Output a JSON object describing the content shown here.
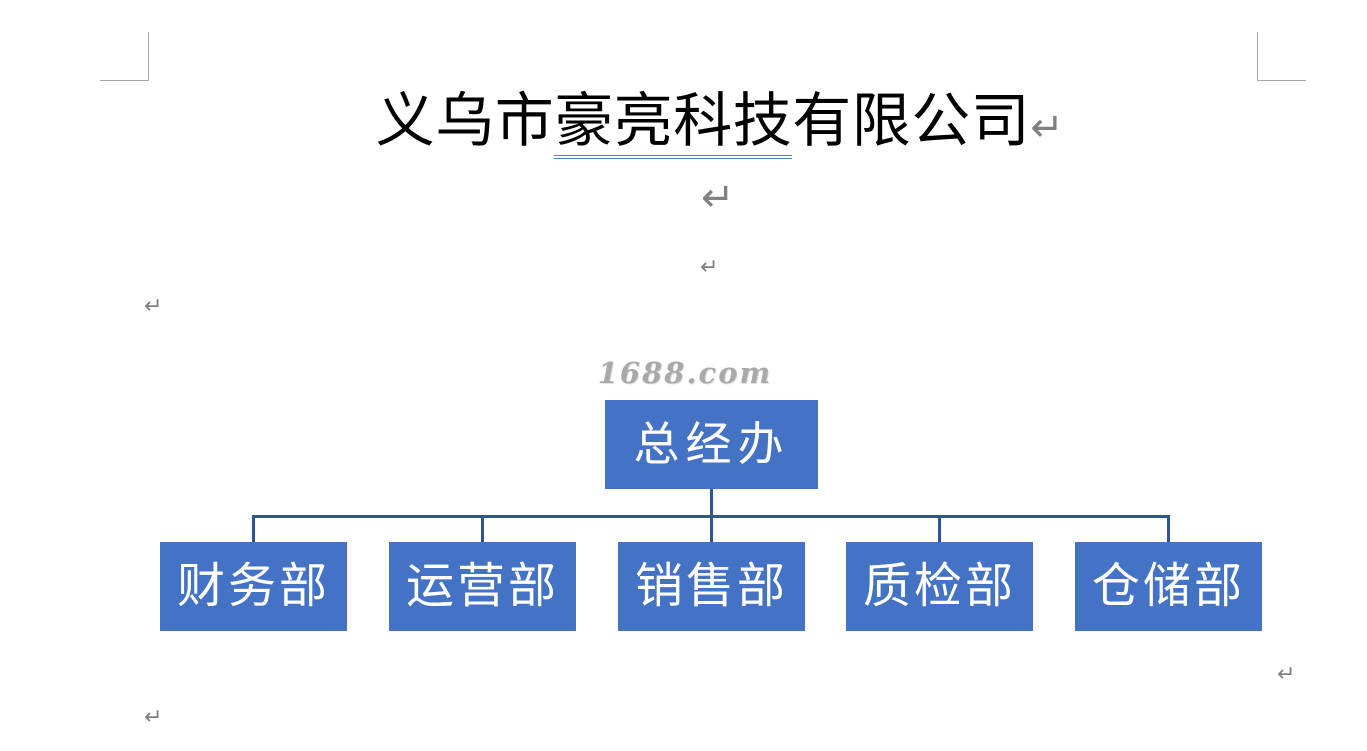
{
  "document": {
    "title": {
      "full": "义乌市豪亮科技有限公司",
      "prefix": "义乌市",
      "underlined": "豪亮科技",
      "suffix": "有限公司"
    },
    "watermark": "1688.com",
    "paragraph_mark": "↵"
  },
  "org_chart": {
    "root": {
      "label": "总经办"
    },
    "departments": [
      {
        "label": "财务部"
      },
      {
        "label": "运营部"
      },
      {
        "label": "销售部"
      },
      {
        "label": "质检部"
      },
      {
        "label": "仓储部"
      }
    ]
  },
  "colors": {
    "box_fill": "#4472C4",
    "box_text": "#FFFFFF",
    "connector": "#2F5597",
    "title_underline": "#4A7EC6",
    "watermark": "#A9A9A9",
    "paragraph_mark": "#808080",
    "margin_mark": "#A6A6A6"
  }
}
